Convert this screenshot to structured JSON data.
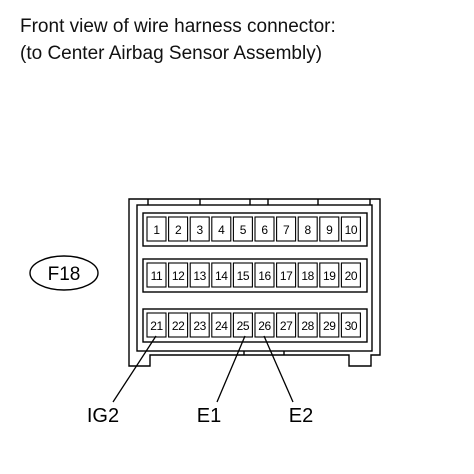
{
  "heading": {
    "line1": "Front view of wire harness connector:",
    "line2": "(to Center Airbag Sensor Assembly)"
  },
  "connector": {
    "code": "F18",
    "pins": [
      [
        "1",
        "2",
        "3",
        "4",
        "5",
        "6",
        "7",
        "8",
        "9",
        "10"
      ],
      [
        "11",
        "12",
        "13",
        "14",
        "15",
        "16",
        "17",
        "18",
        "19",
        "20"
      ],
      [
        "21",
        "22",
        "23",
        "24",
        "25",
        "26",
        "27",
        "28",
        "29",
        "30"
      ]
    ]
  },
  "callouts": [
    {
      "label": "IG2",
      "pin": "21"
    },
    {
      "label": "E1",
      "pin": "25"
    },
    {
      "label": "E2",
      "pin": "26"
    }
  ]
}
